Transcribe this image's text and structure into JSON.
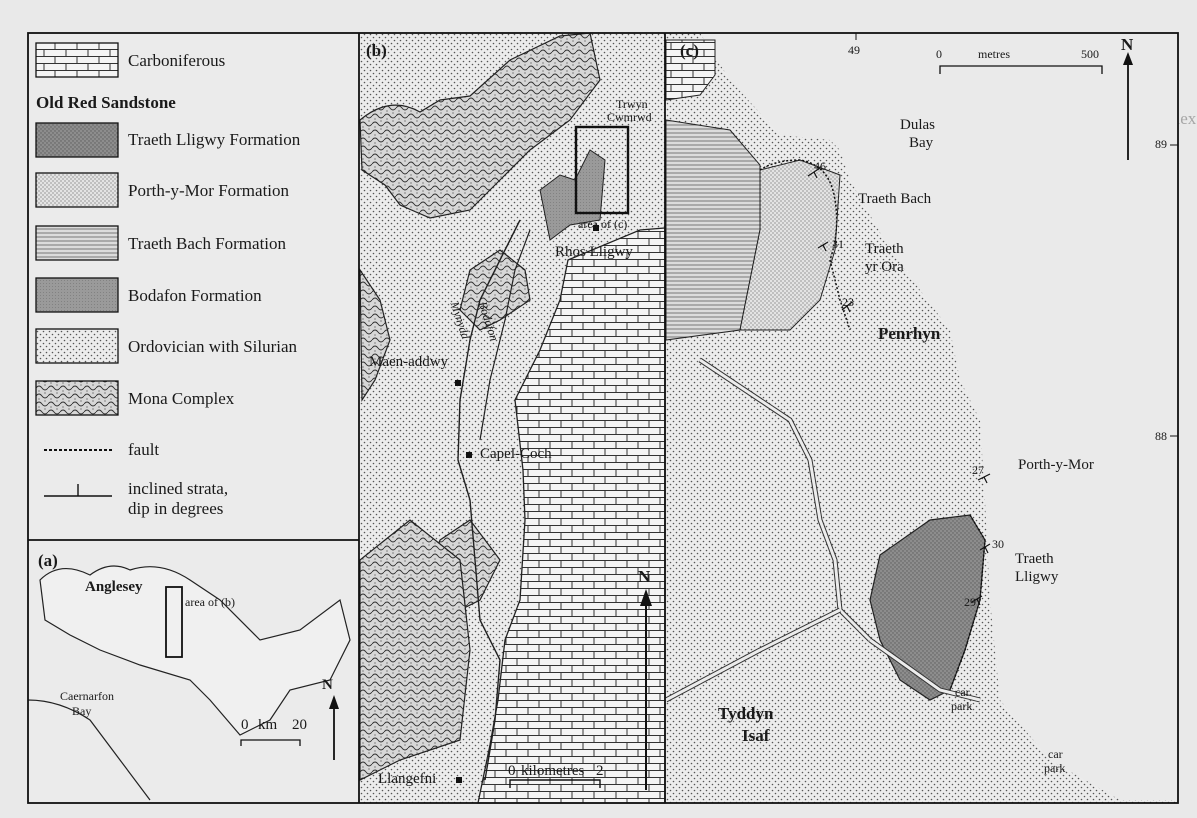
{
  "background_text": [
    "Traeth Lligwy",
    "Porth-y-Mor",
    "Old Red Sandstone",
    "Carboniferous",
    "Mona Complex",
    "Ordovician",
    "Silurian",
    "Penrhyn",
    "Bodafon",
    "Anglesey",
    "Dulas Bay",
    "Traeth Bach",
    "Rhos Lligwy",
    "Capel-Coch",
    "Llangefni",
    "Maen-addwy",
    "Tyddyn Isaf"
  ],
  "legend": {
    "items": [
      {
        "label": "Carboniferous",
        "pattern": "brick"
      },
      {
        "label": "Traeth Lligwy Formation",
        "pattern": "dark-dots"
      },
      {
        "label": "Porth-y-Mor Formation",
        "pattern": "fine-dots"
      },
      {
        "label": "Traeth Bach Formation",
        "pattern": "hlines"
      },
      {
        "label": "Bodafon Formation",
        "pattern": "grey"
      },
      {
        "label": "Ordovician with Silurian",
        "pattern": "dots"
      },
      {
        "label": "Mona Complex",
        "pattern": "waves"
      }
    ],
    "group_heading": "Old Red Sandstone",
    "fault_label": "fault",
    "strata_label_1": "inclined strata,",
    "strata_label_2": "dip in degrees"
  },
  "panel_a": {
    "label": "(a)",
    "island": "Anglesey",
    "area_label": "area of (b)",
    "bay_1": "Caernarfon",
    "bay_2": "Bay",
    "north": "N",
    "scale_zero": "0",
    "scale_unit": "km",
    "scale_max": "20"
  },
  "panel_b": {
    "label": "(b)",
    "places": {
      "trewyn_1": "Trwyn",
      "trewyn_2": "Cwmrwd",
      "area_c": "area of (c)",
      "rhos": "Rhos Lligwy",
      "mynydd": "Mynydd",
      "bodafon": "Bodafon",
      "maen": "Maen-addwy",
      "capel": "Capel-Coch",
      "llangefni": "Llangefni"
    },
    "north": "N",
    "scale_zero": "0",
    "scale_unit": "kilometres",
    "scale_max": "2"
  },
  "panel_c": {
    "label": "(c)",
    "grid": {
      "top": "49",
      "right_89": "89",
      "right_88": "88"
    },
    "scale_zero": "0",
    "scale_unit": "metres",
    "scale_max": "500",
    "north": "N",
    "places": {
      "dulas_1": "Dulas",
      "dulas_2": "Bay",
      "traeth_bach": "Traeth Bach",
      "yrora_1": "Traeth",
      "yrora_2": "yr Ora",
      "penrhyn": "Penrhyn",
      "porth": "Porth-y-Mor",
      "lligwy_1": "Traeth",
      "lligwy_2": "Lligwy",
      "tyddyn_1": "Tyddyn",
      "tyddyn_2": "Isaf",
      "carpark_a1": "car",
      "carpark_a2": "park",
      "carpark_b1": "car",
      "carpark_b2": "park"
    },
    "dips": {
      "d46": "46",
      "d31": "31",
      "d23": "23",
      "d27": "27",
      "d30": "30",
      "d29": "29"
    }
  }
}
